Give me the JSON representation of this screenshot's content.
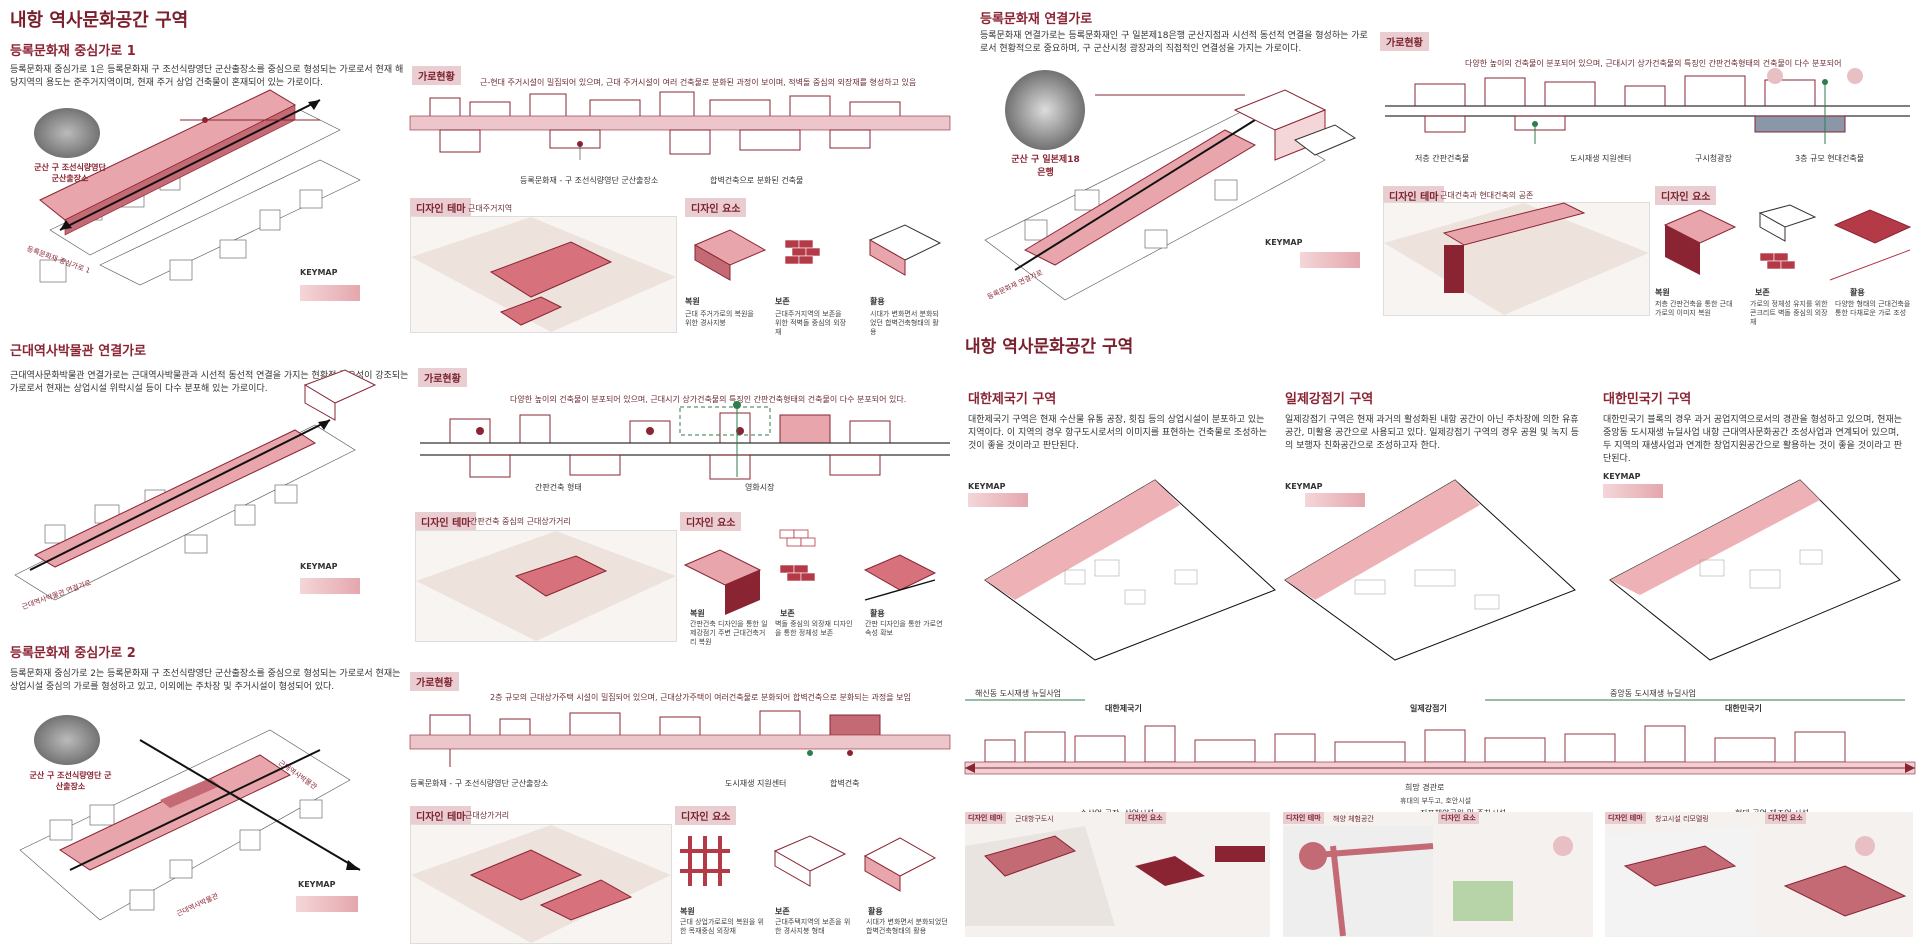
{
  "left": {
    "main_title": "내항 역사문화공간 구역",
    "s1": {
      "title": "등록문화재 중심가로 1",
      "desc": "등록문화재 중심가로 1은 등록문화재 구 조선식량영단 군산출장소를 중심으로 형성되는 가로로서 현재 해당지역의 용도는 준주거지역이며, 현재 주거 상업 건축물이 혼재되어 있는 가로이다.",
      "photo_caption": "군산 구 조선식량영단 군산출장소",
      "street_tag": "가로현황",
      "street_note": "근-현대 주거시설이 밀집되어 있으며, 근대 주거시설이 여러 건축물로 분화된 과정이 보이며, 적벽돌 중심의 외장재를 형성하고 있음",
      "callouts": [
        "등록문화재 - 구 조선식량영단 군산출장소",
        "합벽건축으로 분화된 건축물"
      ],
      "theme_tag": "디자인 테마",
      "theme_sub": "근대주거지역",
      "elem_tag": "디자인 요소",
      "keymap": "KEYMAP",
      "axis_label": "등록문화재 중심가로 1",
      "elements": [
        {
          "name": "복원",
          "desc": "근대 주거가로의 복원을 위한 경사지붕"
        },
        {
          "name": "보존",
          "desc": "근대주거지역의 보존을 위한 적벽돌 중심의 외장재"
        },
        {
          "name": "활용",
          "desc": "시대가 변화면서 분화되었던 합벽건축형태의 활용"
        }
      ]
    },
    "s2": {
      "title": "근대역사박물관 연결가로",
      "desc": "근대역사문화박물관 연결가로는 근대역사박물관과 시선적 동선적 연결을 가지는 현황적 중요성이 강조되는 가로로서 현재는 상업시설 위락시설 등이 다수 분포해 있는 가로이다.",
      "street_tag": "가로현황",
      "street_note": "다양한 높이의 건축물이 분포되어 있으며, 근대시기 상가건축물의 특징인 간판건축형태의 건축물이 다수 분포되어 있다.",
      "callouts": [
        "간판건축 형태",
        "영화시장"
      ],
      "theme_tag": "디자인 테마",
      "theme_sub": "간판건축 중심의 근대상가거리",
      "elem_tag": "디자인 요소",
      "keymap": "KEYMAP",
      "axis_label": "근대역사박물관 연결가로",
      "elements": [
        {
          "name": "복원",
          "desc": "간판건축 디자인을 통한 일제강점기 주변 근대건축거리 복원"
        },
        {
          "name": "보존",
          "desc": "벽돌 중심의 외장재 디자인을 통한 정체성 보존"
        },
        {
          "name": "활용",
          "desc": "간판 디자인을 통한 가로연속성 확보"
        }
      ]
    },
    "s3": {
      "title": "등록문화재 중심가로 2",
      "desc": "등록문화재 중심가로 2는 등록문화재 구 조선식량영단 군산출장소를 중심으로 형성되는 가로로서 현재는 상업시설 중심의 가로를 형성하고 있고, 이외에는 주차장 및 주거시설이 형성되어 있다.",
      "photo_caption": "군산 구 조선식량영단 군산출장소",
      "street_tag": "가로현황",
      "street_note": "2층 규모의 근대상가주택 시설이 밀집되어 있으며, 근대상가주택이 여러건축물로 분화되어 합벽건축으로 분화되는 과정을 보임",
      "callouts": [
        "등록문화재 - 구 조선식량영단 군산출장소",
        "도시재생 지원센터",
        "합벽건축"
      ],
      "theme_tag": "디자인 테마",
      "theme_sub": "근대상가거리",
      "elem_tag": "디자인 요소",
      "keymap": "KEYMAP",
      "axis_labels": [
        "근대역사박물관",
        "근대역사박물관"
      ],
      "elements": [
        {
          "name": "복원",
          "desc": "근대 상업가로로의 복원을 위한 목재중심 외장재"
        },
        {
          "name": "보존",
          "desc": "근대주택지역의 보존을 위한 경사지붕 형태"
        },
        {
          "name": "활용",
          "desc": "시대가 변화면서 분화되었던 합벽건축형태의 활용"
        }
      ]
    }
  },
  "right": {
    "r1": {
      "title": "등록문화재 연결가로",
      "desc": "등록문화재 연결가로는 등록문화재인 구 일본제18은행 군산지점과 시선적 동선적 연결을 형성하는 가로로서 현황적으로 중요하며, 구 군산시청 광장과의 직접적인 연결성을 가지는 가로이다.",
      "photo_caption": "군산 구 일본제18은행",
      "street_tag": "가로현황",
      "street_note": "다양한 높이의 건축물이 분포되어 있으며, 근대시기 상가건축물의 특징인 간판건축형태의 건축물이 다수 분포되어",
      "callouts": [
        "저층 간판건축물",
        "도시재생 지원센터",
        "구시청광장",
        "3층 규모 현대건축물"
      ],
      "theme_tag": "디자인 테마",
      "theme_sub": "근대건축과 현대건축의 공존",
      "elem_tag": "디자인 요소",
      "keymap": "KEYMAP",
      "axis_label": "등록문화재 연결가로",
      "elements": [
        {
          "name": "복원",
          "desc": "저층 간판건축을 통한 근대 가로의 이미지 복원"
        },
        {
          "name": "보존",
          "desc": "가로의 정체성 유지를 위한 콘크리트 벽돌 중심의 외장재"
        },
        {
          "name": "활용",
          "desc": "다양한 형태의 근대건축을 통한 다채로운 가로 조성"
        }
      ]
    },
    "main_title": "내항 역사문화공간 구역",
    "eras": [
      {
        "title": "대한제국기 구역",
        "desc": "대한제국기 구역은 현재 수산물 유통 공장, 횟집 등의 상업시설이 분포하고 있는 지역이다. 이 지역의 경우 항구도시로서의 이미지를 표현하는 건축물로 조성하는 것이 좋을 것이라고 판단된다.",
        "keymap": "KEYMAP"
      },
      {
        "title": "일제강점기 구역",
        "desc": "일제강점기 구역은 현재 과거의 활성화된 내항 공간이 아닌 주차장에 의한 유휴공간, 미활용 공간으로 사용되고 있다. 일제강점기 구역의 경우 공원 및 녹지 등의 보행자 친화공간으로 조성하고자 한다.",
        "keymap": "KEYMAP"
      },
      {
        "title": "대한민국기 구역",
        "desc": "대한민국기 블록의 경우 과거 공업지역으로서의 경관을 형성하고 있으며, 현재는 중앙동 도시재생 뉴딜사업 내항 근대역사문화공간 조성사업과 연계되어 있으며, 두 지역의 재생사업과 연계한 창업지원공간으로 활용하는 것이 좋을 것이라고 판단된다.",
        "keymap": "KEYMAP"
      }
    ],
    "section": {
      "top_labels": [
        "해신동 도시재생 뉴딜사업",
        "중앙동 도시재생 뉴딜사업"
      ],
      "era_labels": [
        "대한제국기",
        "일제강점기",
        "대한민국기"
      ],
      "center_label": "희망 경관로",
      "sub_label": "휴대의 부두고, 호안시설",
      "bottom_labels": [
        "수산업 공장, 상업시설",
        "진포해양공원 및 주차시설",
        "현대 공업 제조업 시설"
      ]
    },
    "bottom_panels": [
      {
        "theme": "디자인 테마",
        "theme_sub": "근대항구도시",
        "elem": "디자인 요소"
      },
      {
        "theme": "디자인 테마",
        "theme_sub": "해양 체험공간",
        "elem": "디자인 요소"
      },
      {
        "theme": "디자인 테마",
        "theme_sub": "창고시설 리모델링",
        "elem": "디자인 요소"
      }
    ]
  },
  "colors": {
    "accent": "#8a2433",
    "fill": "#e8a5ab",
    "tag_bg": "#e9cdd1"
  }
}
